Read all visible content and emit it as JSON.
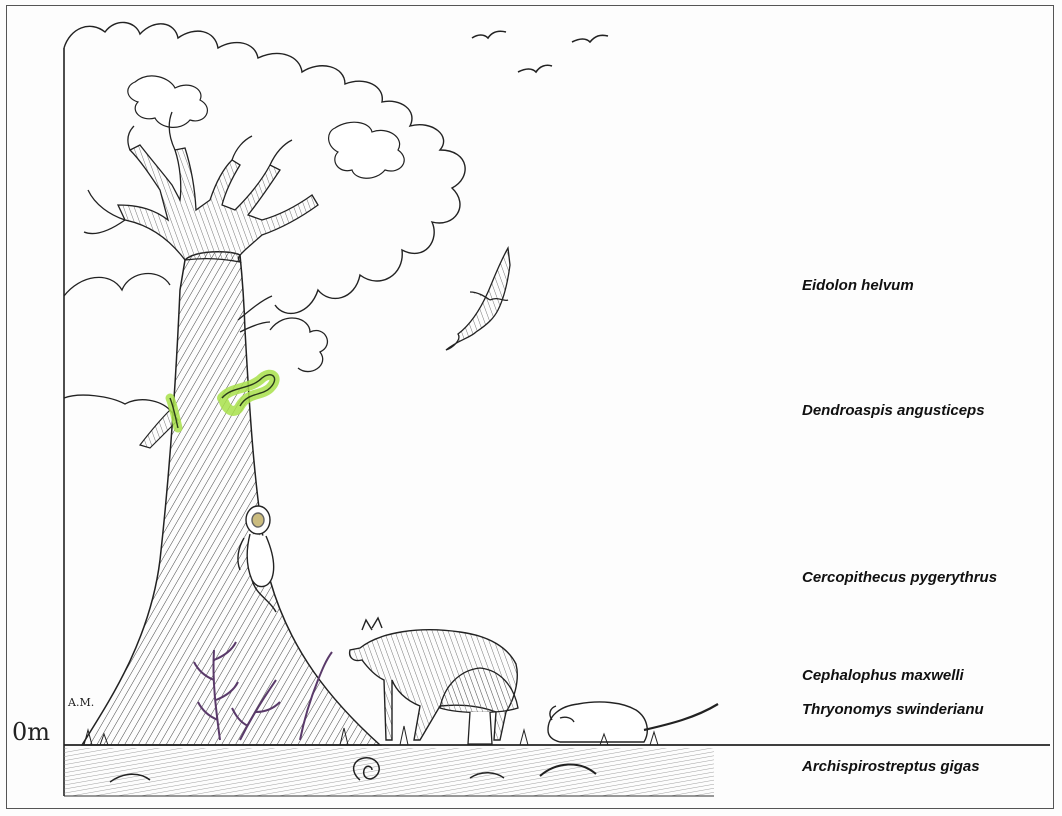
{
  "species_labels": [
    "Eidolon helvum",
    "Dendroaspis angusticeps",
    "Cercopithecus pygerythrus",
    "Cephalophus maxwelli",
    "Thryonomys swinderianu",
    "Archispirostreptus gigas"
  ],
  "ground_marker": "0m",
  "artist_signature": "A.M.",
  "colors": {
    "ink": "#1a1a1a",
    "snake_highlight": "#a8e04a",
    "purple_plants": "#5a3a6a",
    "soil": "#bdbdbd"
  }
}
